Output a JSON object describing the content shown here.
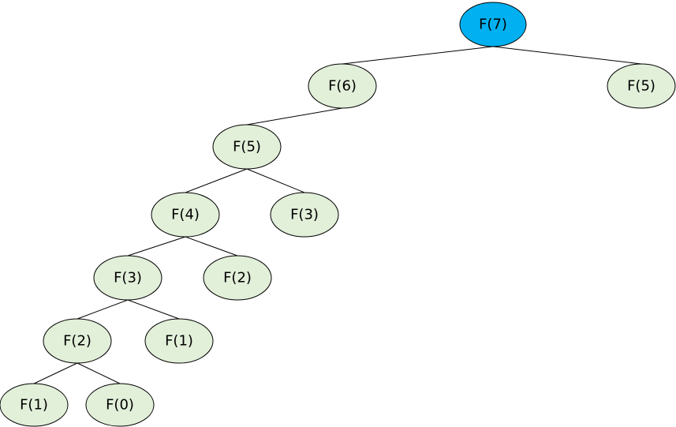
{
  "tree": {
    "colors": {
      "default_fill": "#e2efd9",
      "highlight_fill": "#00b0f0",
      "stroke": "#000000"
    },
    "nodes": [
      {
        "id": "n1",
        "label": "F(7)",
        "highlight": true
      },
      {
        "id": "n2",
        "label": "F(6)"
      },
      {
        "id": "n3",
        "label": "F(5)"
      },
      {
        "id": "n4",
        "label": "F(5)"
      },
      {
        "id": "n5",
        "label": "F(4)"
      },
      {
        "id": "n6",
        "label": "F(3)"
      },
      {
        "id": "n7",
        "label": "F(3)"
      },
      {
        "id": "n8",
        "label": "F(2)"
      },
      {
        "id": "n9",
        "label": "F(2)"
      },
      {
        "id": "n10",
        "label": "F(1)"
      },
      {
        "id": "n11",
        "label": "F(1)"
      },
      {
        "id": "n12",
        "label": "F(0)"
      }
    ],
    "edges": [
      {
        "from": "n1",
        "to": "n2"
      },
      {
        "from": "n1",
        "to": "n3"
      },
      {
        "from": "n2",
        "to": "n4"
      },
      {
        "from": "n4",
        "to": "n5"
      },
      {
        "from": "n4",
        "to": "n6"
      },
      {
        "from": "n5",
        "to": "n7"
      },
      {
        "from": "n5",
        "to": "n8"
      },
      {
        "from": "n7",
        "to": "n9"
      },
      {
        "from": "n7",
        "to": "n10"
      },
      {
        "from": "n9",
        "to": "n11"
      },
      {
        "from": "n9",
        "to": "n12"
      }
    ]
  }
}
